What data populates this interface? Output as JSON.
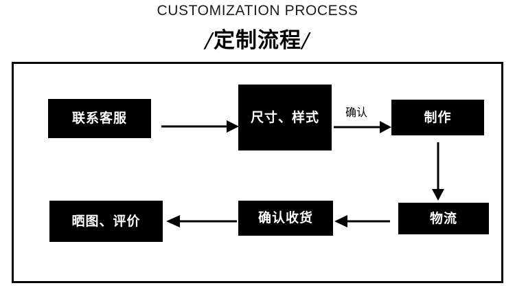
{
  "header": {
    "title_en": "CUSTOMIZATION PROCESS",
    "title_cn": "定制流程",
    "slash_left": "/",
    "slash_right": "/"
  },
  "flow": {
    "nodes": [
      {
        "id": "contact",
        "label": "联系客服"
      },
      {
        "id": "spec",
        "label": "尺寸、样式"
      },
      {
        "id": "make",
        "label": "制作"
      },
      {
        "id": "logistic",
        "label": "物流"
      },
      {
        "id": "receive",
        "label": "确认收货"
      },
      {
        "id": "review",
        "label": "晒图、评价"
      }
    ],
    "edges": [
      {
        "from": "contact",
        "to": "spec",
        "label": "",
        "direction": "right"
      },
      {
        "from": "spec",
        "to": "make",
        "label": "确认",
        "direction": "right"
      },
      {
        "from": "make",
        "to": "logistic",
        "label": "",
        "direction": "down"
      },
      {
        "from": "logistic",
        "to": "receive",
        "label": "",
        "direction": "left"
      },
      {
        "from": "receive",
        "to": "review",
        "label": "",
        "direction": "left"
      }
    ]
  },
  "colors": {
    "node_fill": "#000000",
    "node_text": "#ffffff",
    "frame_border": "#000000",
    "background": "#ffffff",
    "arrow": "#000000"
  }
}
